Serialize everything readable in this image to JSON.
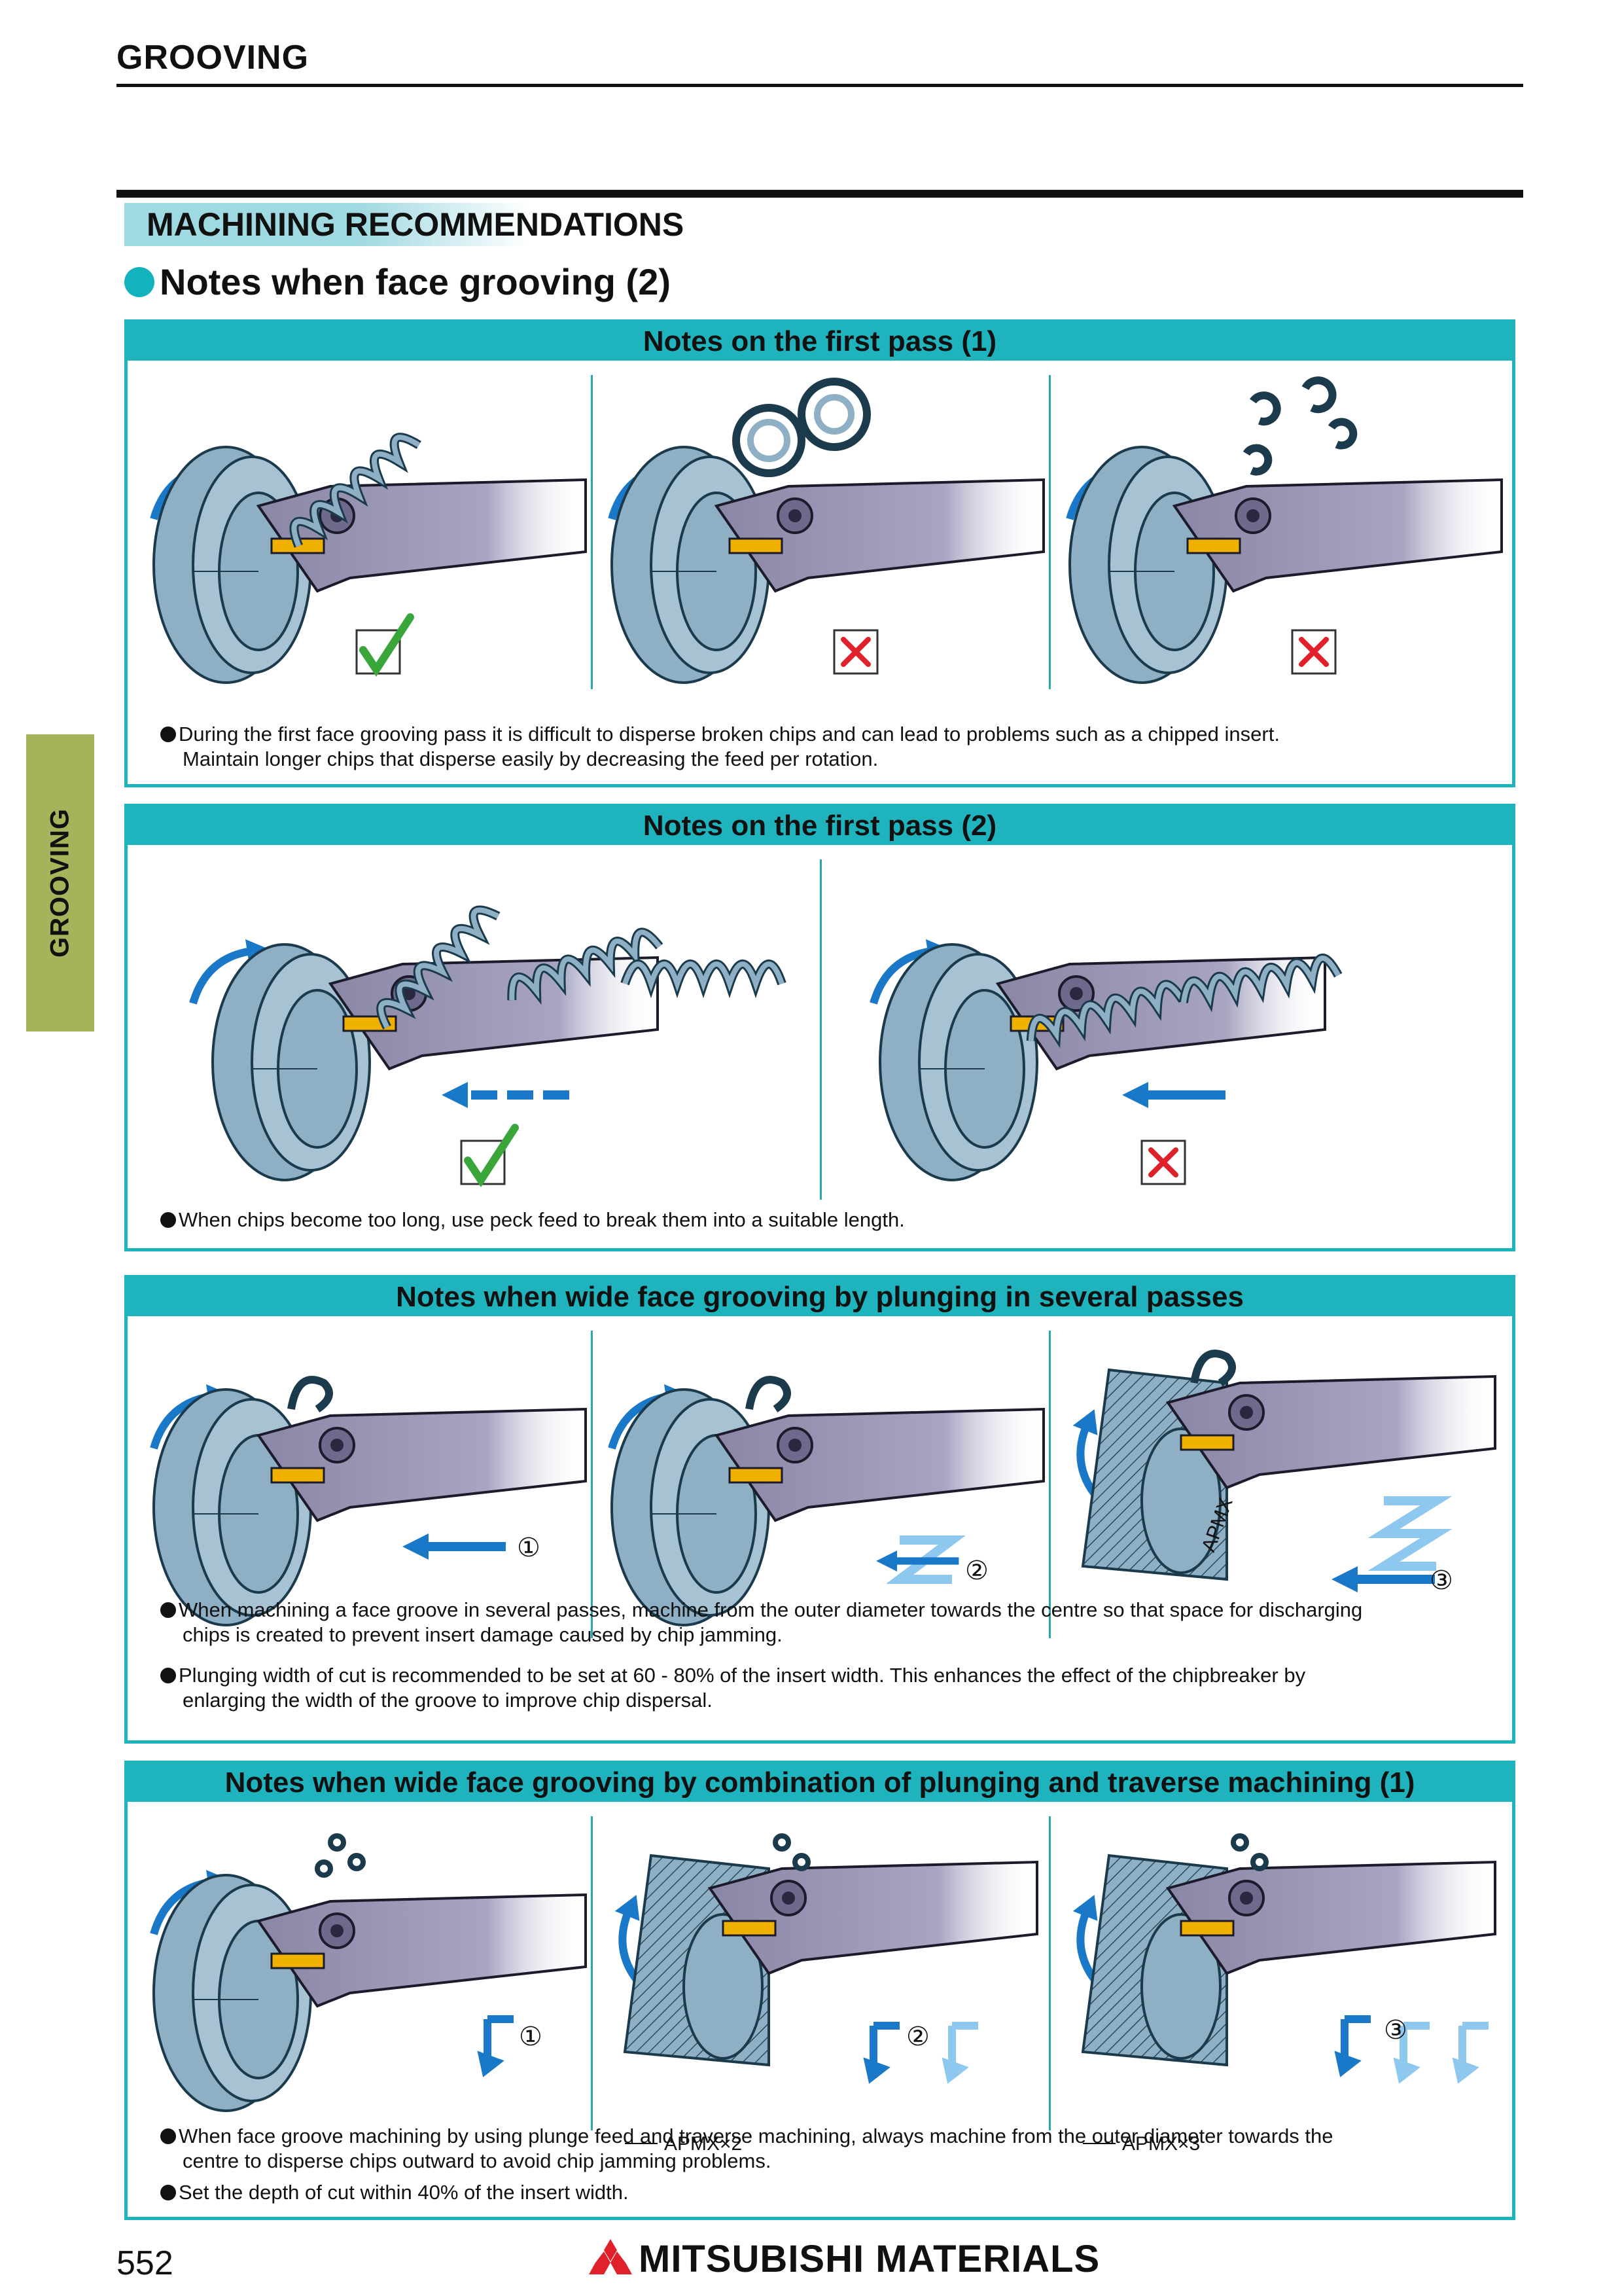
{
  "header": {
    "title": "GROOVING"
  },
  "side_tab": {
    "label": "GROOVING"
  },
  "section": {
    "recommendations": "MACHINING RECOMMENDATIONS",
    "title": "Notes when face grooving (2)"
  },
  "panels": [
    {
      "title": "Notes on the first pass (1)",
      "notes": [
        {
          "line1": "During the first face grooving pass it is difficult to disperse broken chips and can lead to problems such as a chipped insert.",
          "line2": "Maintain longer chips that disperse easily by decreasing the feed per rotation."
        }
      ],
      "marks": [
        "check",
        "cross",
        "cross"
      ]
    },
    {
      "title": "Notes on the first pass (2)",
      "notes": [
        {
          "line1": "When chips become too long, use peck feed to break them into a suitable length.",
          "line2": ""
        }
      ],
      "marks": [
        "check",
        "cross"
      ]
    },
    {
      "title": "Notes when wide face grooving by plunging in several passes",
      "notes": [
        {
          "line1": "When machining a face groove in several passes, machine from the outer diameter towards the centre so that space for discharging",
          "line2": "chips is created to prevent insert damage caused by chip jamming."
        },
        {
          "line1": "Plunging width of cut is recommended to be set at 60 - 80% of the insert width. This enhances the effect of the chipbreaker by",
          "line2": "enlarging the width of the groove to improve chip dispersal."
        }
      ],
      "steps": [
        "①",
        "②",
        "③"
      ],
      "apmx_label": "APMX"
    },
    {
      "title": "Notes when wide face grooving by combination of plunging and traverse machining (1)",
      "notes": [
        {
          "line1": "When face groove machining by using plunge feed and traverse machining, always machine from the outer diameter towards the",
          "line2": "centre  to disperse chips outward to avoid chip jamming problems."
        },
        {
          "line1": "Set the depth of cut within 40% of the insert width.",
          "line2": ""
        }
      ],
      "steps": [
        "①",
        "②",
        "③"
      ],
      "apmx_labels": [
        "APMX×2",
        "APMX×3"
      ]
    }
  ],
  "footer": {
    "page_number": "552",
    "brand": "MITSUBISHI MATERIALS"
  },
  "colors": {
    "accent": "#1eb3bd",
    "side_tab": "#a6b35a",
    "workpiece": "#8fb0c4",
    "holder": "#9a97b4",
    "arrow_blue": "#1a78c8",
    "check_green": "#3aa63a",
    "cross_red": "#e0202a"
  }
}
